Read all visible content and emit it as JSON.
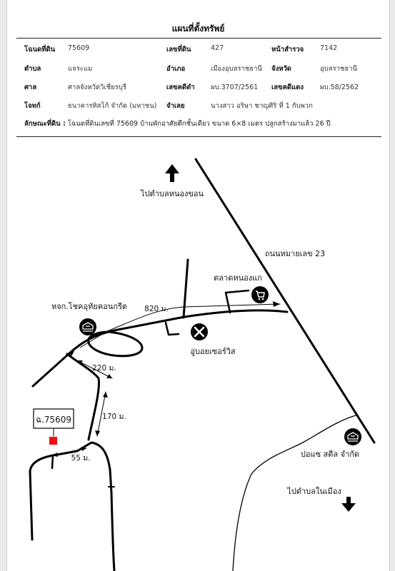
{
  "title": "แผนที่ตั้งทรัพย์",
  "info": {
    "deed_label": "โฉนดที่ดิน",
    "deed": "75609",
    "land_no_label": "เลขที่ดิน",
    "land_no": "427",
    "survey_label": "หน้าสำรวจ",
    "survey": "7142",
    "subdistrict_label": "ตำบล",
    "subdistrict": "แจระแม",
    "district_label": "อำเภอ",
    "district": "เมืองอุบลราชธานี",
    "province_label": "จังหวัด",
    "province": "อุบลราชธานี",
    "court_label": "ศาล",
    "court": "ศาลจังหวัดวิเชียรบุรี",
    "black_case_label": "เลขคดีดำ",
    "black_case": "ผบ.3707/2561",
    "red_case_label": "เลขคดีแดง",
    "red_case": "ผบ.58/2562",
    "plaintiff_label": "โจทก์",
    "plaintiff": "ธนาคารทิสโก้ จำกัด (มหาชน)",
    "defendant_label": "จำเลย",
    "defendant": "นางสาว อริษา ชาญศิริ ที่ 1 กับพวก",
    "land_desc_label": "ลักษณะที่ดิน :",
    "land_desc": "โฉนดที่ดินเลขที่ 75609 บ้านพักอาศัยตึกชั้นเดียว ขนาด 6×8 เมตร ปลูกสร้างมาแล้ว 26 ปี"
  },
  "map": {
    "to_north": "ไปตำบลหนองขอน",
    "road": "ถนนหมายเลข 23",
    "market": "ตลาดหนองแก",
    "concrete": "หจก.โชคอุทัยคอนกรีต",
    "garage": "อู่บอยเซอร์วิส",
    "steel": "ปอแซ สตีล จำกัด",
    "to_south": "ไปตำบลในเมือง",
    "parcel": "ฉ.75609",
    "dist_820": "820 ม.",
    "dist_220": "220 ม.",
    "dist_170": "170 ม.",
    "dist_55": "55 ม.",
    "marker_color": "#ee1111"
  }
}
